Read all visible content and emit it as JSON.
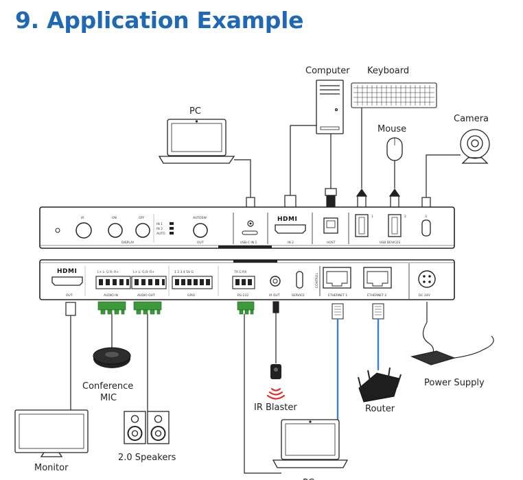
{
  "title": "9. Application Example",
  "labels": {
    "pc_top": "PC",
    "computer": "Computer",
    "keyboard": "Keyboard",
    "mouse": "Mouse",
    "camera": "Camera",
    "conference_mic_line1": "Conference",
    "conference_mic_line2": "MIC",
    "speakers": "2.0 Speakers",
    "monitor": "Monitor",
    "ir_blaster": "IR Blaster",
    "router": "Router",
    "power_supply": "Power Supply",
    "pc_bottom": "PC"
  },
  "front_panel": {
    "ir": "IR",
    "on": "ON",
    "off": "OFF",
    "display": "DISPLAY",
    "in1": "IN 1",
    "in2": "IN 2",
    "auto": "AUTO",
    "autosw": "AUTOSW",
    "out": "OUT",
    "usbc_in1": "USB-C IN 1",
    "hdmi_in2": "IN 2",
    "host": "HOST",
    "usb1": "1",
    "usb2": "2",
    "usb3": "3",
    "usb_devices": "USB DEVICES",
    "hdmi_logo": "HDMI"
  },
  "rear_panel": {
    "hdmi_logo": "HDMI",
    "out": "OUT",
    "audio_in": "AUDIO IN",
    "audio_out": "AUDIO OUT",
    "audio_pins": "L+ L- G R- R+",
    "gpio": "GPIO",
    "gpio_pins": "1 2 3 4 5V G",
    "rs232": "RS-232",
    "rs232_pins": "TX G RX",
    "ir_out": "IR OUT",
    "service": "SERVICE",
    "control": "CONTROL",
    "ethernet1": "ETHERNET 1",
    "ethernet2": "ETHERNET 2",
    "dc24v": "DC 24V"
  },
  "colors": {
    "title": "#1f68b5",
    "terminal_green": "#3a9a3a",
    "ethernet_blue": "#3a7fd1",
    "ir_red": "#e52b2b"
  }
}
